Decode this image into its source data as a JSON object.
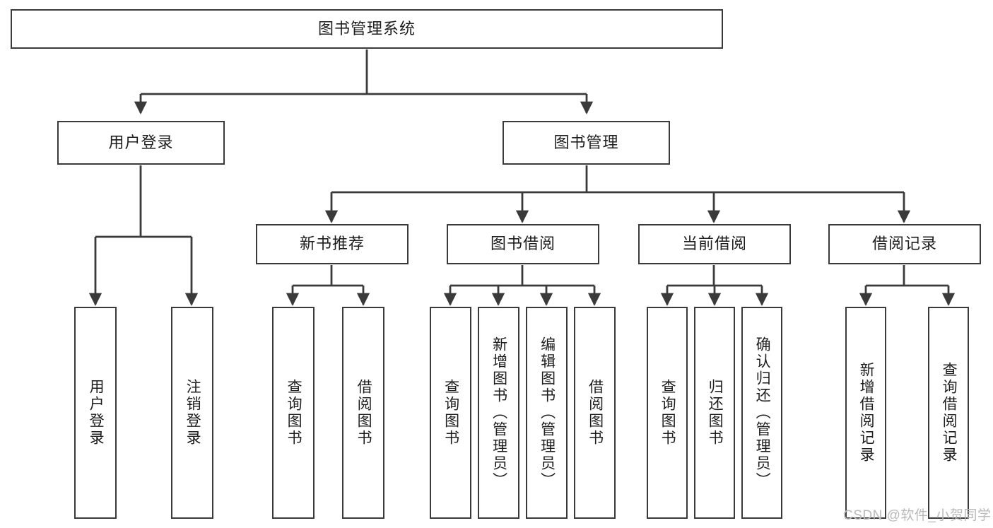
{
  "diagram": {
    "title": "图书管理系统",
    "type": "tree",
    "root": {
      "id": "root",
      "label": "图书管理系统"
    },
    "level2": [
      {
        "id": "user-login",
        "label": "用户登录"
      },
      {
        "id": "book-manage",
        "label": "图书管理"
      }
    ],
    "level3": [
      {
        "id": "new-book-recommend",
        "label": "新书推荐",
        "parent": "book-manage"
      },
      {
        "id": "book-borrow",
        "label": "图书借阅",
        "parent": "book-manage"
      },
      {
        "id": "current-borrow",
        "label": "当前借阅",
        "parent": "book-manage"
      },
      {
        "id": "borrow-record",
        "label": "借阅记录",
        "parent": "book-manage"
      }
    ],
    "leaves": {
      "user_login": [
        {
          "id": "leaf-user-login",
          "label": "用户登录"
        },
        {
          "id": "leaf-logout-login",
          "label": "注销登录"
        }
      ],
      "new_book_recommend": [
        {
          "id": "leaf-query-book-1",
          "label": "查询图书"
        },
        {
          "id": "leaf-borrow-book-1",
          "label": "借阅图书"
        }
      ],
      "book_borrow": [
        {
          "id": "leaf-query-book-2",
          "label": "查询图书"
        },
        {
          "id": "leaf-add-book",
          "label": "新增图书（管理员）"
        },
        {
          "id": "leaf-edit-book",
          "label": "编辑图书（管理员）"
        },
        {
          "id": "leaf-borrow-book-2",
          "label": "借阅图书"
        }
      ],
      "current_borrow": [
        {
          "id": "leaf-query-book-3",
          "label": "查询图书"
        },
        {
          "id": "leaf-return-book",
          "label": "归还图书"
        },
        {
          "id": "leaf-confirm-return",
          "label": "确认归还（管理员）"
        }
      ],
      "borrow_record": [
        {
          "id": "leaf-add-record",
          "label": "新增借阅记录"
        },
        {
          "id": "leaf-query-record",
          "label": "查询借阅记录"
        }
      ]
    },
    "colors": {
      "stroke": "#3a3a3a",
      "box_fill": "#ffffff",
      "text": "#1d1d1d",
      "watermark": "#b9b9b9"
    }
  },
  "watermark": {
    "text": "CSDN @软件_小贺同学"
  }
}
